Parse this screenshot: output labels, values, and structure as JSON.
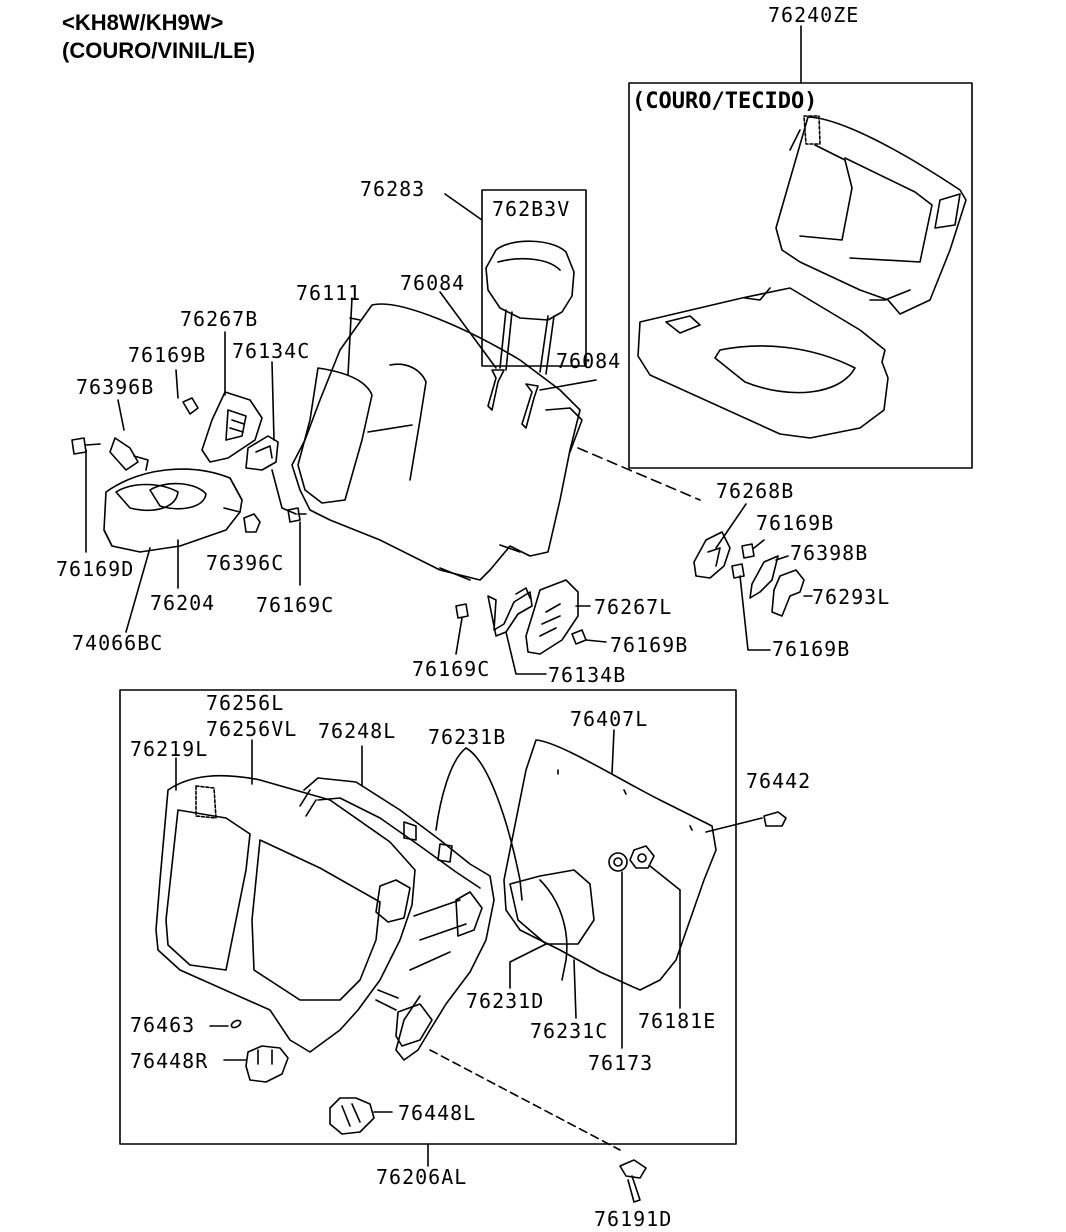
{
  "header": {
    "model_line": "<KH8W/KH9W>",
    "trim_line": "(COURO/VINIL/LE)"
  },
  "inset": {
    "part": "76240ZE",
    "title": "(COURO/TECIDO)"
  },
  "detail_box": {
    "part": "76206AL"
  },
  "labels": [
    {
      "id": "76283",
      "text": "76283"
    },
    {
      "id": "76283v",
      "text": "762B3V"
    },
    {
      "id": "76111",
      "text": "76111"
    },
    {
      "id": "76084a",
      "text": "76084"
    },
    {
      "id": "76084b",
      "text": "76084"
    },
    {
      "id": "76267b",
      "text": "76267B"
    },
    {
      "id": "76169b1",
      "text": "76169B"
    },
    {
      "id": "76134c",
      "text": "76134C"
    },
    {
      "id": "76396b",
      "text": "76396B"
    },
    {
      "id": "76169d",
      "text": "76169D"
    },
    {
      "id": "76204",
      "text": "76204"
    },
    {
      "id": "76396c",
      "text": "76396C"
    },
    {
      "id": "76169c1",
      "text": "76169C"
    },
    {
      "id": "74066bc",
      "text": "74066BC"
    },
    {
      "id": "76268b",
      "text": "76268B"
    },
    {
      "id": "76169b2",
      "text": "76169B"
    },
    {
      "id": "76398b",
      "text": "76398B"
    },
    {
      "id": "76293l",
      "text": "76293L"
    },
    {
      "id": "76169b3",
      "text": "76169B"
    },
    {
      "id": "76267l",
      "text": "76267L"
    },
    {
      "id": "76169b4",
      "text": "76169B"
    },
    {
      "id": "76169c2",
      "text": "76169C"
    },
    {
      "id": "76134b",
      "text": "76134B"
    },
    {
      "id": "76256l",
      "text": "76256L"
    },
    {
      "id": "76256vl",
      "text": "76256VL"
    },
    {
      "id": "76248l",
      "text": "76248L"
    },
    {
      "id": "76231b",
      "text": "76231B"
    },
    {
      "id": "76407l",
      "text": "76407L"
    },
    {
      "id": "76219l",
      "text": "76219L"
    },
    {
      "id": "76442",
      "text": "76442"
    },
    {
      "id": "76231d",
      "text": "76231D"
    },
    {
      "id": "76231c",
      "text": "76231C"
    },
    {
      "id": "76181e",
      "text": "76181E"
    },
    {
      "id": "76173",
      "text": "76173"
    },
    {
      "id": "76463",
      "text": "76463"
    },
    {
      "id": "76448r",
      "text": "76448R"
    },
    {
      "id": "76448l",
      "text": "76448L"
    },
    {
      "id": "76191d",
      "text": "76191D"
    }
  ]
}
